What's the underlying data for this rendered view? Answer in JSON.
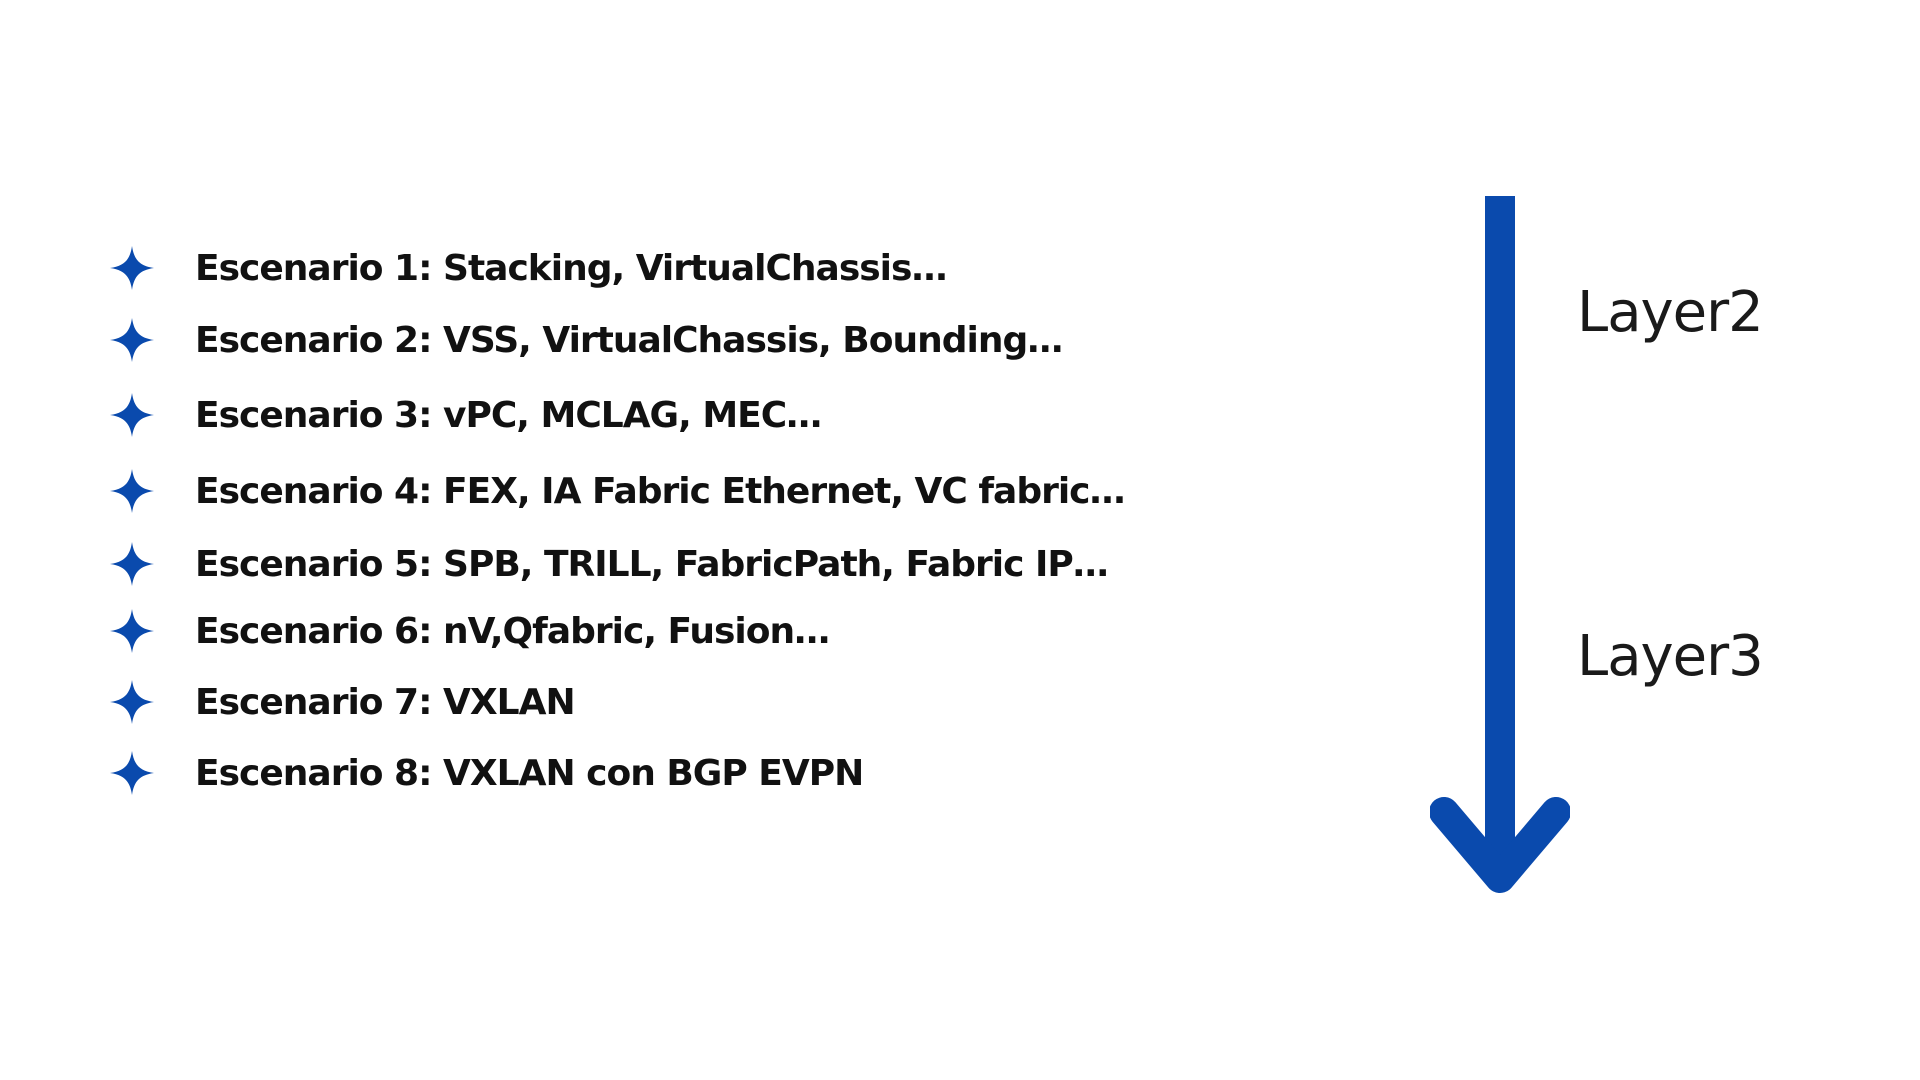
{
  "accent_color": "#0a4aad",
  "bullet_icon": "four-point-star-icon",
  "bullets": [
    "Escenario 1: Stacking, VirtualChassis…",
    "Escenario 2: VSS, VirtualChassis, Bounding…",
    "Escenario 3: vPC, MCLAG, MEC…",
    "Escenario 4: FEX, IA Fabric Ethernet, VC fabric…",
    "Escenario 5: SPB, TRILL, FabricPath, Fabric IP…",
    "Escenario 6: nV,Qfabric, Fusion…",
    "Escenario 7: VXLAN",
    "Escenario 8: VXLAN con BGP EVPN"
  ],
  "arrow_icon": "down-arrow-icon",
  "layers": {
    "top_label": "Layer2",
    "bottom_label": "Layer3"
  }
}
